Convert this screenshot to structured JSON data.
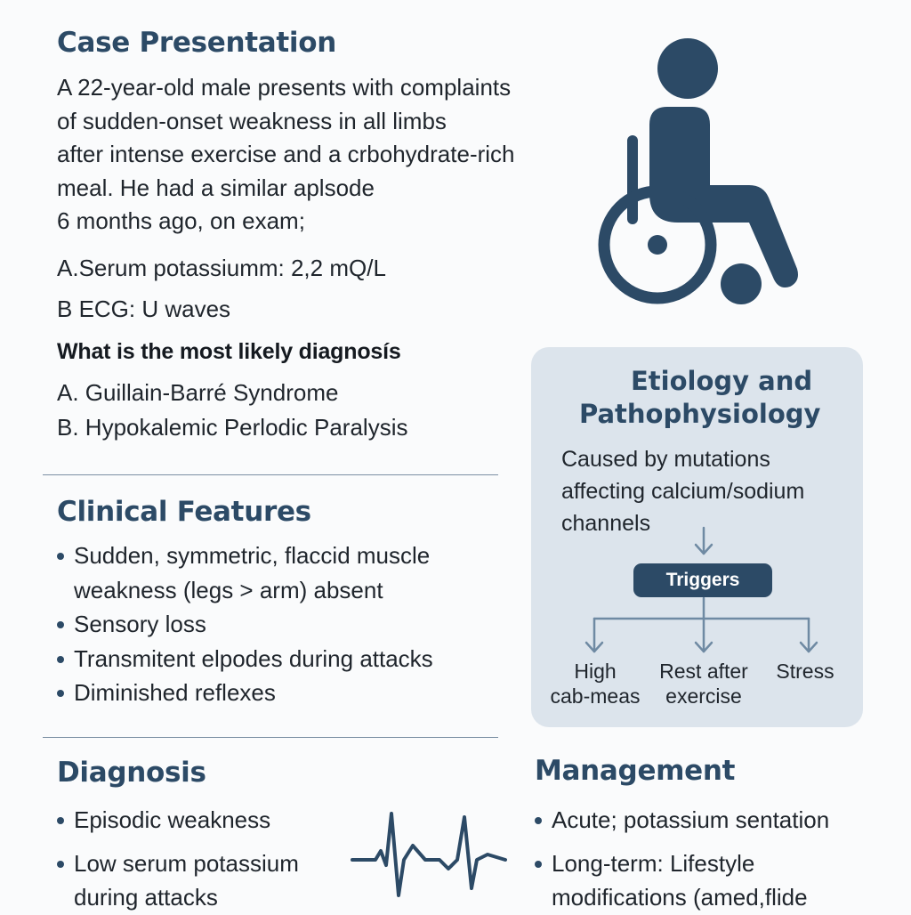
{
  "case": {
    "title": "Case Presentation",
    "lines": [
      "A 22-year-old male presents with complaints",
      "of sudden-onset weakness in all limbs",
      "after intense exercise and a crbohydrate-rich",
      "meal. He had a similar aplsode",
      "6 months ago, on exam;"
    ],
    "finding_a": "A.Serum potassiumm: 2,2 mQ/L",
    "finding_b": "B ECG: U waves",
    "question": "What is the most likely diagnosís",
    "option_a": "A. Guillain-Barré Syndrome",
    "option_b": "B. Hypokalemic Perlodic Paralysis"
  },
  "clinical": {
    "title": "Clinical Features",
    "items": [
      "Sudden, symmetric, flaccid muscle",
      "weakness (legs > arm)   absent",
      "Sensory loss",
      "Transmitent elpodes during attacks",
      "Diminished reflexes"
    ]
  },
  "etiology": {
    "title_line1": "Etiology and",
    "title_line2": "Pathophysiology",
    "text": [
      "Caused by mutations",
      "affecting calcium/sodium",
      "channels"
    ],
    "triggers_label": "Triggers",
    "trigger_left": [
      "High",
      "cab-meas"
    ],
    "trigger_middle": [
      "Rest after",
      "exercise"
    ],
    "trigger_right": [
      "Stress"
    ]
  },
  "diagnosis": {
    "title": "Diagnosis",
    "items": [
      "Episodic weakness",
      "Low serum potassium",
      "during attacks"
    ]
  },
  "management": {
    "title": "Management",
    "items": [
      "Acute; potassium sentation",
      "Long-term: Lifestyle",
      "modifications (amed,flide"
    ]
  },
  "icons": {
    "patient": "wheelchair-user-icon",
    "ecg": "ecg-waveform-icon",
    "arrow": "arrow-down-icon"
  },
  "colors": {
    "heading": "#2c4a66",
    "card_background": "#dce4ec",
    "icon": "#2c4a66"
  }
}
